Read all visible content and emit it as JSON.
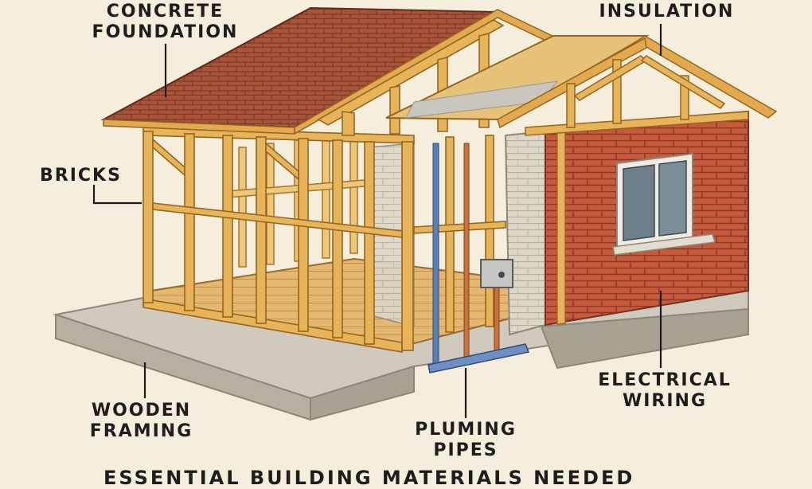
{
  "labels": {
    "concrete_foundation_line1": "CONCRETE",
    "concrete_foundation_line2": "FOUNDATION",
    "insulation": "INSULATION",
    "bricks": "BRICKS",
    "wooden_framing_line1": "WOODEN",
    "wooden_framing_line2": "FRAMING",
    "electrical_wiring_line1": "ELECTRICAL",
    "electrical_wiring_line2": "WIRING",
    "pluming_pipes_line1": "PLUMING",
    "pluming_pipes_line2": "PIPES"
  },
  "footer_title": "ESSENTIAL BUILDING MATERIALS NEEDED",
  "colors": {
    "background": "#f6eedd",
    "roof_shingles": "#a8533a",
    "wood_framing": "#e7b45a",
    "brick": "#c65a3c",
    "concrete": "#c9c4b8",
    "insulation_panel": "#e6c27a",
    "pipe": "#5b7fb5",
    "label_text": "#1d1d1d"
  }
}
